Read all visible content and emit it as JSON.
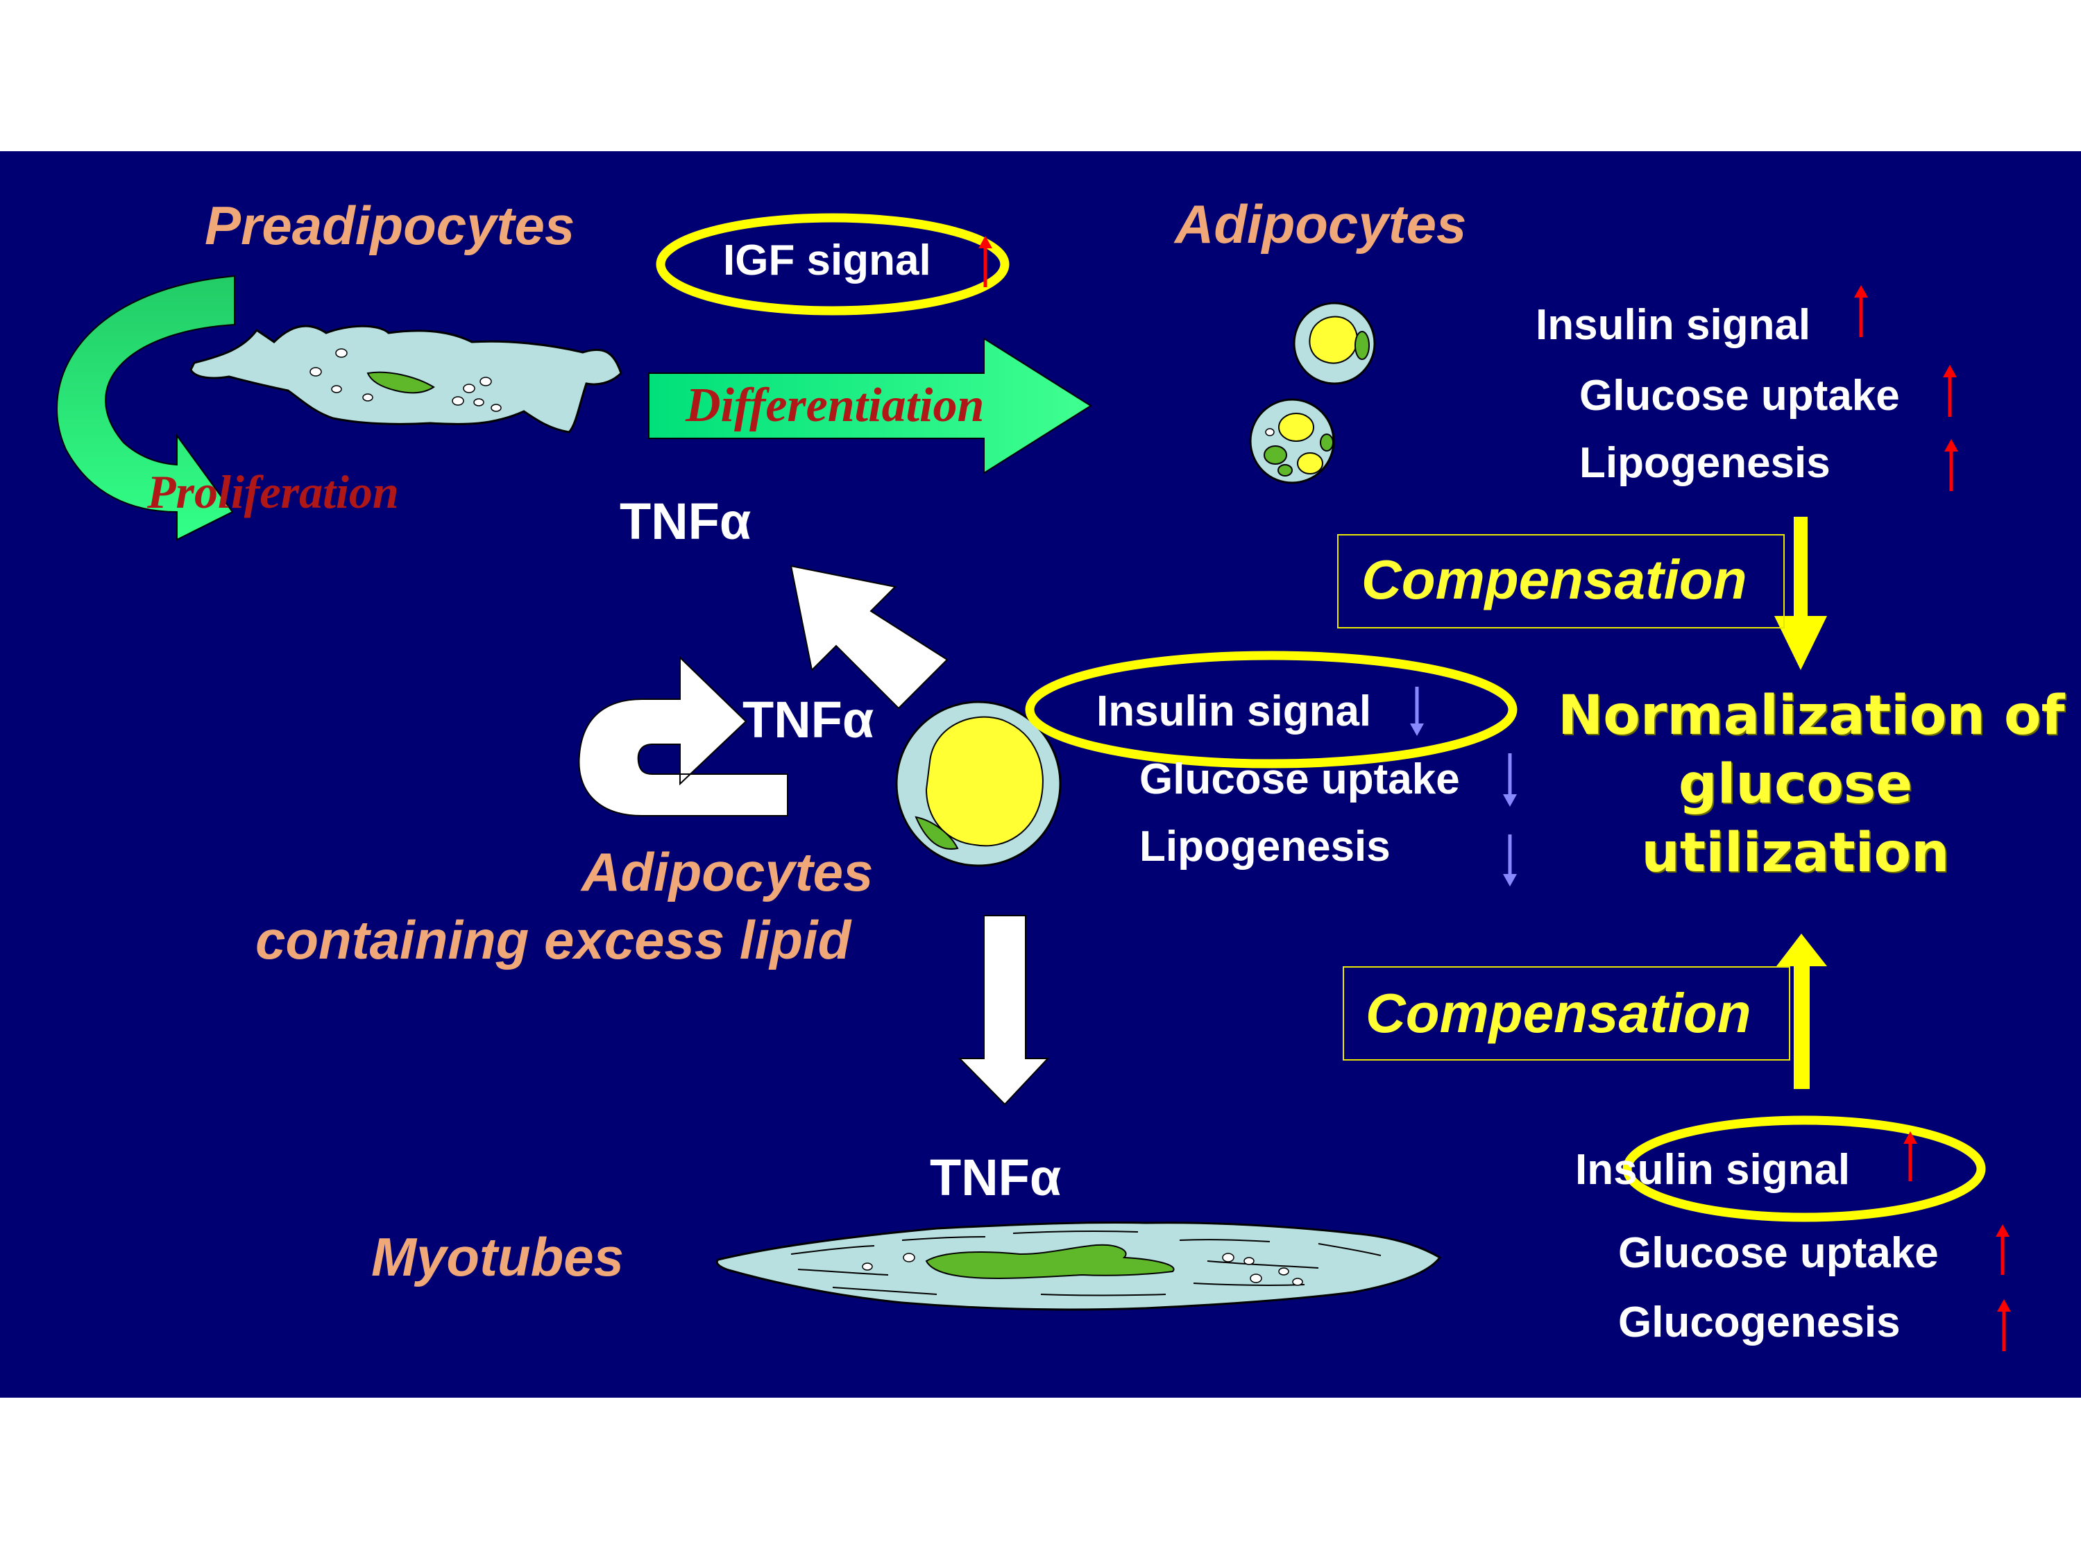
{
  "cells": {
    "preadipocytes": "Preadipocytes",
    "adipocytes_top": "Adipocytes",
    "adipocytes_lipid_line1": "Adipocytes",
    "adipocytes_lipid_line2": "containing excess lipid",
    "myotubes": "Myotubes"
  },
  "processes": {
    "differentiation": "Differentiation",
    "proliferation": "Proliferation"
  },
  "signals": {
    "igf": "IGF signal",
    "tnf": "TNFα"
  },
  "adipocytes_effects": [
    {
      "label": "Insulin signal",
      "direction": "up"
    },
    {
      "label": "Glucose uptake",
      "direction": "up"
    },
    {
      "label": "Lipogenesis",
      "direction": "up"
    }
  ],
  "lipid_adipocyte_effects": [
    {
      "label": "Insulin signal",
      "direction": "down"
    },
    {
      "label": "Glucose uptake",
      "direction": "down"
    },
    {
      "label": "Lipogenesis",
      "direction": "down"
    }
  ],
  "myotube_effects": [
    {
      "label": "Insulin signal",
      "direction": "up"
    },
    {
      "label": "Glucose uptake",
      "direction": "up"
    },
    {
      "label": "Glucogenesis",
      "direction": "up"
    }
  ],
  "compensation": "Compensation",
  "outcome": {
    "line1": "Normalization of",
    "line2": "glucose",
    "line3": "utilization"
  },
  "colors": {
    "background": "#000073",
    "highlight_yellow": "#ffff00",
    "cell_fill": "#b8e0e0",
    "up_arrow": "#ff0000",
    "down_arrow": "#8888ff",
    "process_arrow": "#22dd66"
  }
}
